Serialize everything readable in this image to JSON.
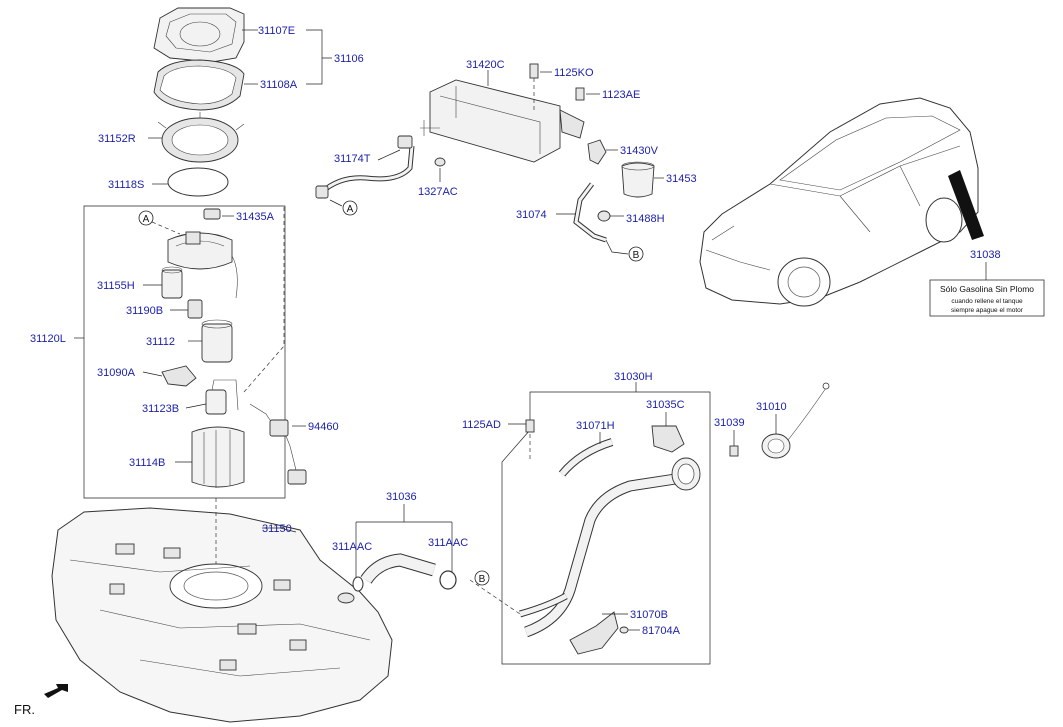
{
  "labels": {
    "p31107E": "31107E",
    "p31106": "31106",
    "p31108A": "31108A",
    "p31152R": "31152R",
    "p31118S": "31118S",
    "p31435A": "31435A",
    "p31155H": "31155H",
    "p31190B": "31190B",
    "p31120L": "31120L",
    "p31112": "31112",
    "p31090A": "31090A",
    "p31123B": "31123B",
    "p94460": "94460",
    "p31114B": "31114B",
    "p31420C": "31420C",
    "p1125KO": "1125KO",
    "p1123AE": "1123AE",
    "p31174T": "31174T",
    "p1327AC": "1327AC",
    "p31430V": "31430V",
    "p31453": "31453",
    "p31074": "31074",
    "p31488H": "31488H",
    "p31038": "31038",
    "p31030H": "31030H",
    "p1125AD": "1125AD",
    "p31035C": "31035C",
    "p31071H": "31071H",
    "p31039": "31039",
    "p31010": "31010",
    "p31036": "31036",
    "p31150": "31150",
    "p311AAC_1": "311AAC",
    "p311AAC_2": "311AAC",
    "p31070B": "31070B",
    "p81704A": "81704A"
  },
  "refs": {
    "a1": "A",
    "a2": "A",
    "b1": "B",
    "b2": "B"
  },
  "decal": {
    "line1": "Sólo Gasolina Sin Plomo",
    "line2": "cuando rellene el tanque",
    "line3": "siempre apague el motor"
  },
  "direction": {
    "label": "FR."
  }
}
